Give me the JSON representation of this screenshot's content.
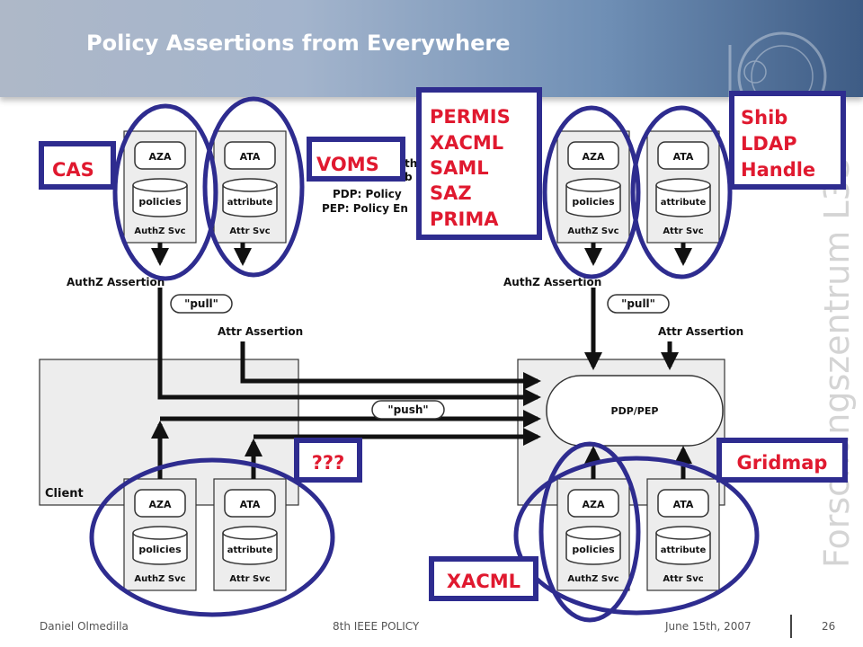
{
  "slide": {
    "title": "Policy Assertions from Everywhere",
    "watermark": "Forschungszentrum L3S",
    "colors": {
      "accent_text": "#e0192f",
      "box_border": "#2e2c8f",
      "ellipse": "#2e2c8f"
    }
  },
  "diagram": {
    "aza_label": "AZA",
    "ata_label": "ATA",
    "policies_label": "policies",
    "attribute_label": "attribute",
    "authz_svc_label": "AuthZ Svc",
    "attr_svc_label": "Attr Svc",
    "authz_assertion": "AuthZ Assertion",
    "attr_assertion": "Attr Assertion",
    "pull": "\"pull\"",
    "push": "\"push\"",
    "client": "Client",
    "pdp_pep": "PDP/PEP",
    "legend_pdp": "PDP: Policy",
    "legend_pep": "PEP: Policy En",
    "legend_frag1": "th",
    "legend_frag2": "b"
  },
  "annotations": {
    "cas": "CAS",
    "voms": "VOMS",
    "permis": [
      "PERMIS",
      "XACML",
      "SAML",
      "SAZ",
      "PRIMA"
    ],
    "shib": [
      "Shib",
      "LDAP",
      "Handle"
    ],
    "unknown": "???",
    "gridmap": "Gridmap",
    "xacml": "XACML"
  },
  "footer": {
    "author": "Daniel Olmedilla",
    "event": "8th IEEE POLICY",
    "date": "June 15th, 2007",
    "page": "26"
  }
}
